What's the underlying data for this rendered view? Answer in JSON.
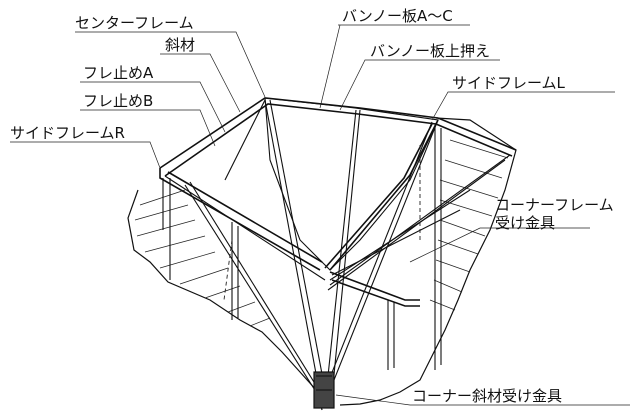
{
  "labels": {
    "center_frame": "センターフレーム",
    "diagonal": "斜材",
    "panel": "バンノー板A〜C",
    "panel_holder": "バンノー板上押え",
    "stopper_a": "フレ止めA",
    "stopper_b": "フレ止めB",
    "side_frame_l": "サイドフレームL",
    "side_frame_r": "サイドフレームR",
    "corner_frame_bracket_1": "コーナーフレーム",
    "corner_frame_bracket_2": "受け金具",
    "corner_diagonal_bracket": "コーナー斜材受け金具"
  },
  "colors": {
    "ink": "#111111",
    "background": "#ffffff"
  }
}
